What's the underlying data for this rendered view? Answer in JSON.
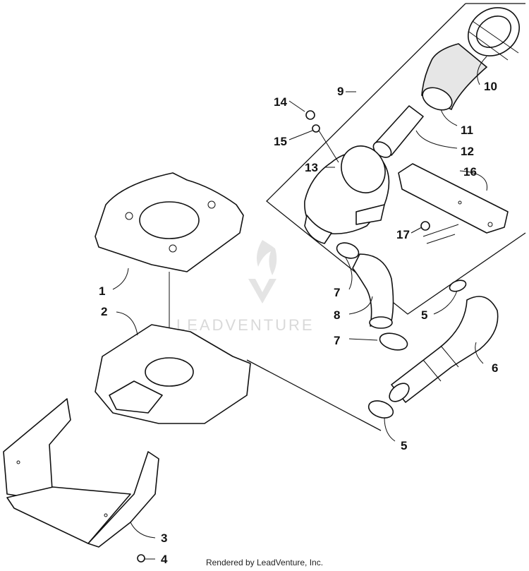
{
  "watermark": {
    "text": "LEADVENTURE"
  },
  "callouts": {
    "c1": "1",
    "c2": "2",
    "c3": "3",
    "c4": "4",
    "c5a": "5",
    "c5b": "5",
    "c6": "6",
    "c7a": "7",
    "c7b": "7",
    "c8": "8",
    "c9": "9",
    "c10": "10",
    "c11": "11",
    "c12": "12",
    "c13": "13",
    "c14": "14",
    "c15": "15",
    "c16": "16",
    "c17": "17"
  },
  "footer": {
    "credit": "Rendered by LeadVenture, Inc."
  }
}
